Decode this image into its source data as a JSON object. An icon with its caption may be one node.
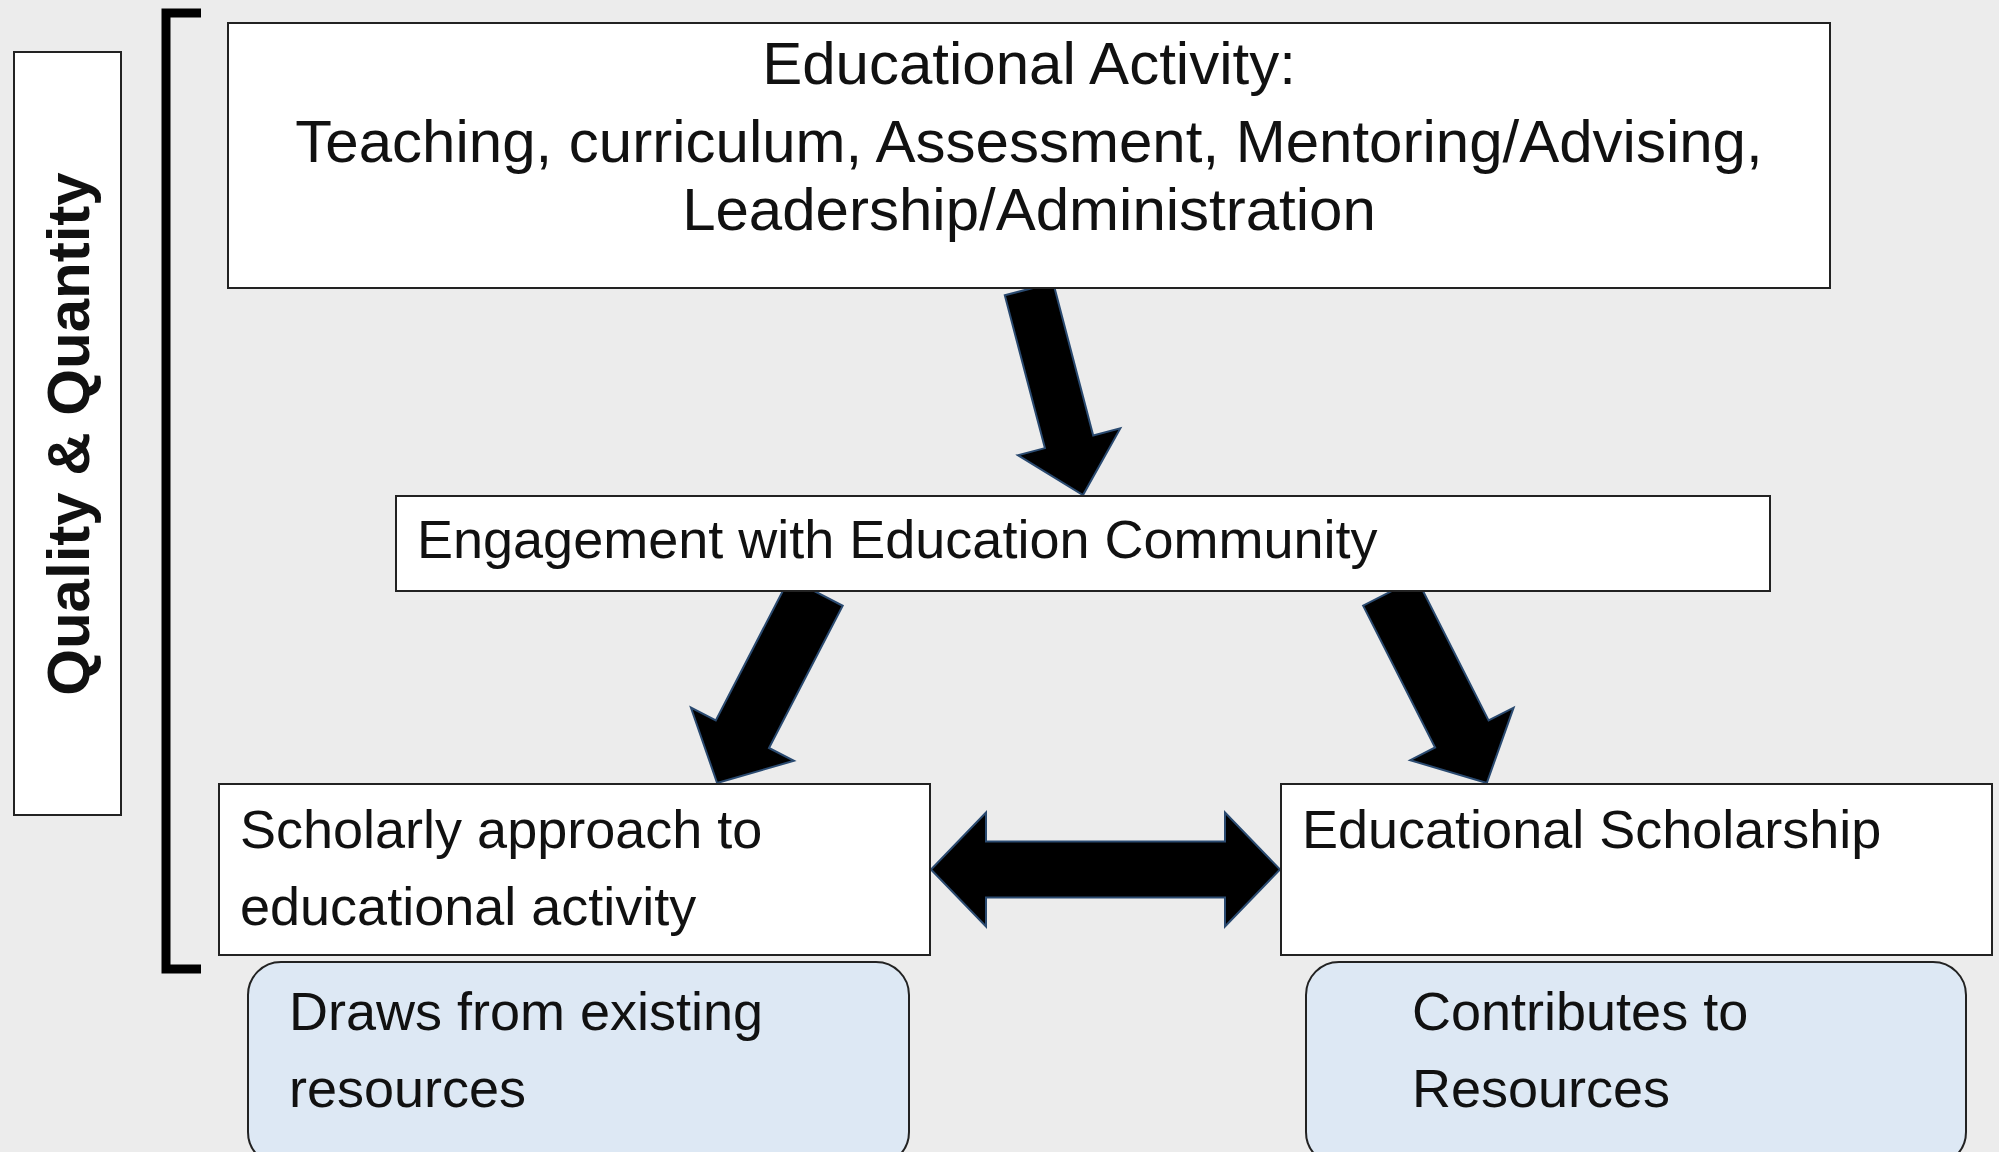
{
  "diagram": {
    "nodes": [
      {
        "text": [
          "Quality & Quantity"
        ]
      },
      {
        "text": [
          "Educational Activity:",
          "Teaching, curriculum, Assessment, Mentoring/Advising, Leadership/Administration"
        ]
      },
      {
        "text": [
          "Engagement with Education Community"
        ]
      },
      {
        "text": [
          "Scholarly approach to educational activity"
        ]
      },
      {
        "text": [
          "Educational Scholarship"
        ]
      },
      {
        "text": [
          "Draws from existing resources"
        ]
      },
      {
        "text": [
          "Contributes to Resources"
        ]
      }
    ],
    "edges": [
      {
        "from": 1,
        "to": 2,
        "arrow": "to"
      },
      {
        "from": 2,
        "to": 3,
        "arrow": "to"
      },
      {
        "from": 2,
        "to": 4,
        "arrow": "to"
      },
      {
        "from": 3,
        "to": 4,
        "arrow": "both"
      }
    ]
  }
}
